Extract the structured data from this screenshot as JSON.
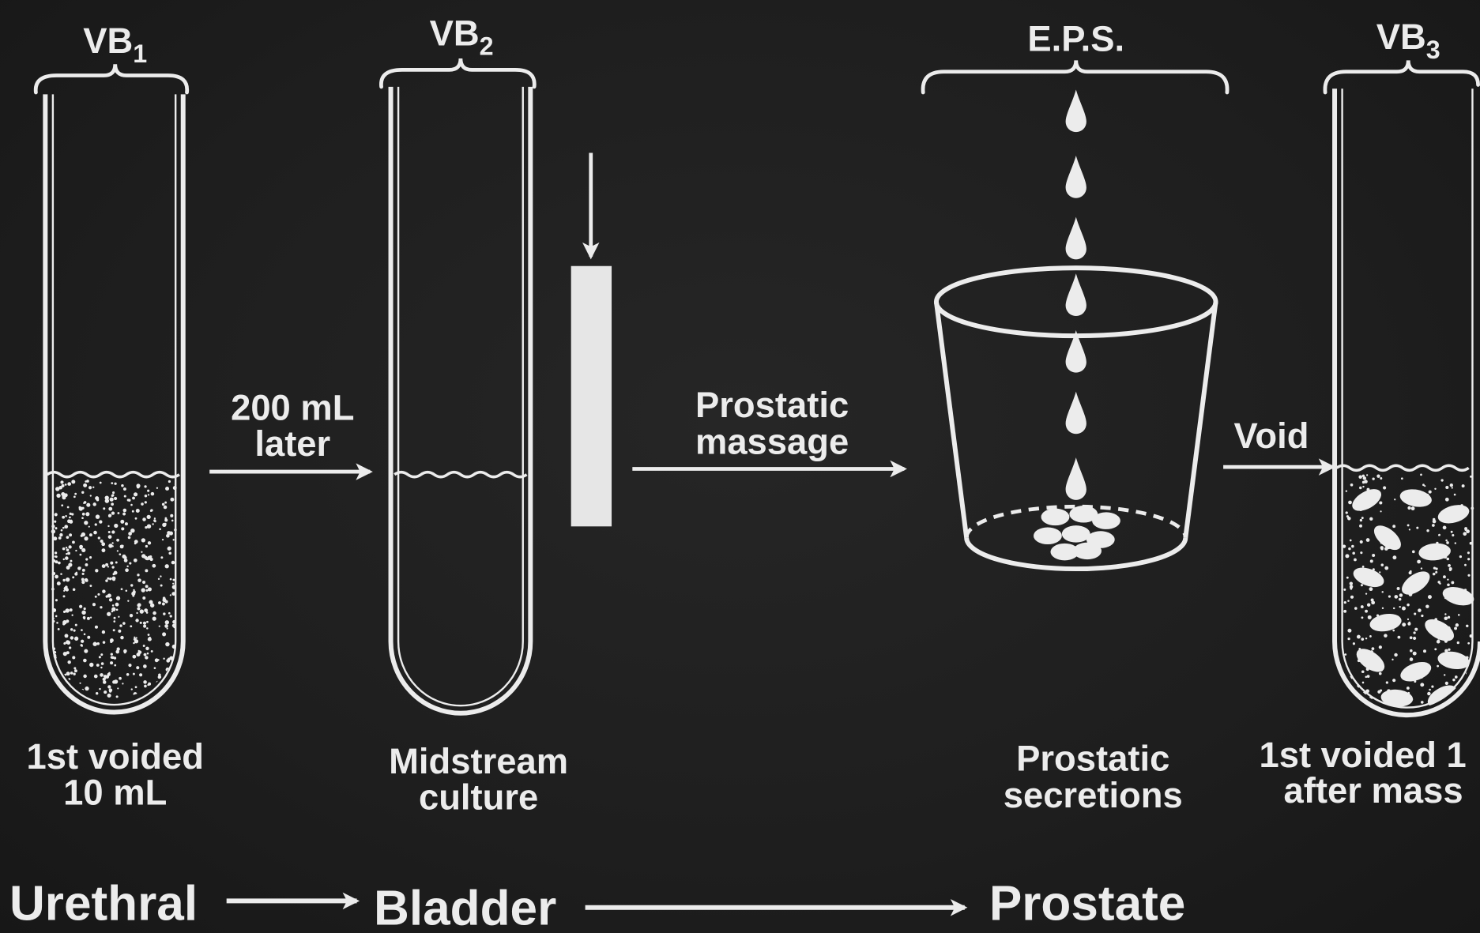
{
  "colors": {
    "background": "#1e1e1e",
    "foreground": "#ececec"
  },
  "stages": {
    "vb1": {
      "heading": "VB",
      "subscript": "1",
      "caption_line1": "1st voided",
      "caption_line2": "10 mL"
    },
    "vb2": {
      "heading": "VB",
      "subscript": "2",
      "caption_line1": "Midstream",
      "caption_line2": "culture"
    },
    "eps": {
      "heading": "E.P.S.",
      "caption_line1": "Prostatic",
      "caption_line2": "secretions"
    },
    "vb3": {
      "heading": "VB",
      "subscript": "3",
      "caption_line1": "1st voided 1",
      "caption_line2": "after mass"
    }
  },
  "arrows": {
    "a1_line1": "200 mL",
    "a1_line2": "later",
    "a2_line1": "Prostatic",
    "a2_line2": "massage",
    "a3_label": "Void"
  },
  "flow": {
    "urethral": "Urethral",
    "bladder": "Bladder",
    "prostate": "Prostate"
  }
}
